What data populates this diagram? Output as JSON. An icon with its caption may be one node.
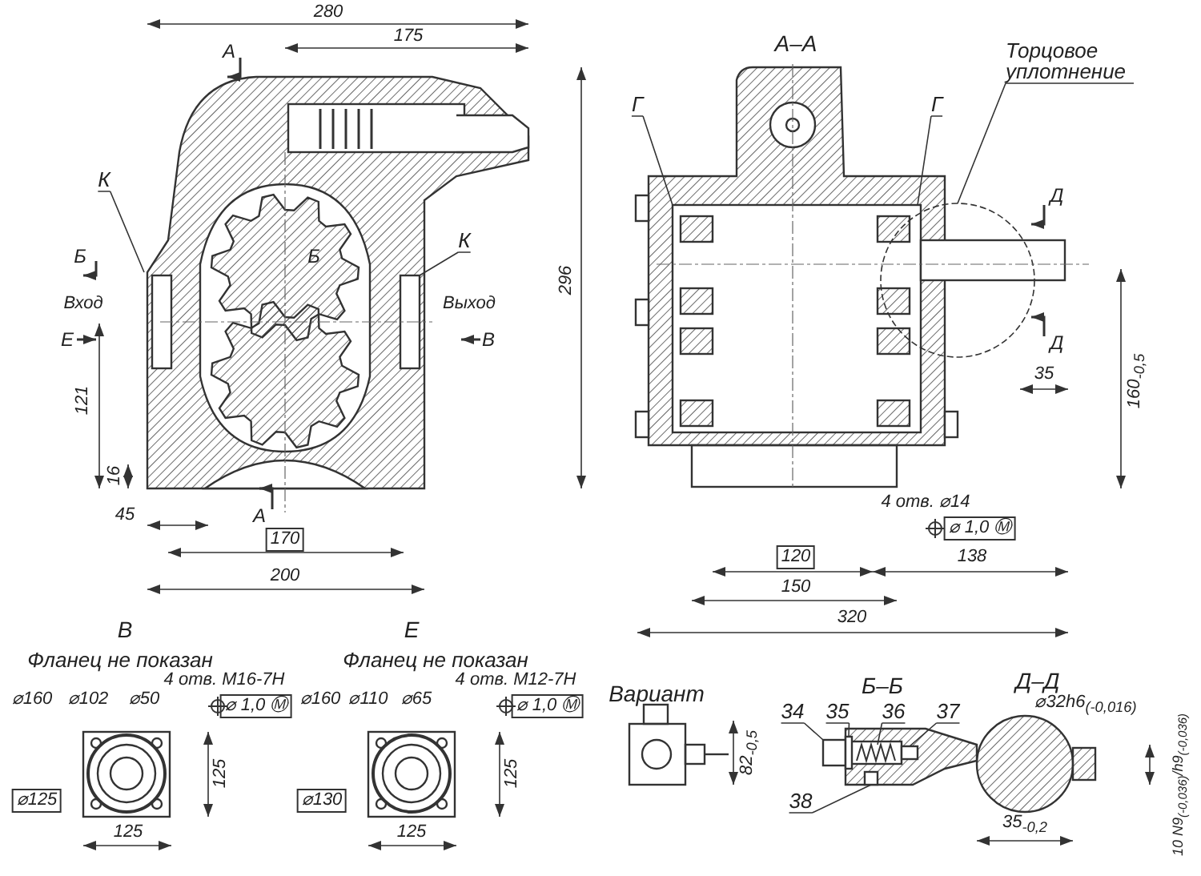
{
  "diagram": {
    "nodes": [
      {
        "text": [
          "К"
        ]
      },
      {
        "text": [
          "К"
        ]
      },
      {
        "text": [
          "Г"
        ]
      },
      {
        "text": [
          "Г"
        ]
      },
      {
        "text": [
          "Торцовое уплотнение"
        ]
      },
      {
        "text": [
          "34"
        ]
      },
      {
        "text": [
          "35"
        ]
      },
      {
        "text": [
          "36"
        ]
      },
      {
        "text": [
          "37"
        ]
      },
      {
        "text": [
          "38"
        ]
      },
      {
        "text": [],
        "shape": "box"
      },
      {
        "text": [],
        "shape": "box"
      },
      {
        "text": [],
        "shape": "spring"
      },
      {
        "text": [],
        "shape": "box"
      },
      {
        "text": [],
        "shape": "box"
      }
    ],
    "edges": [
      {
        "from": 0,
        "to": null,
        "arrow": "none"
      },
      {
        "from": 1,
        "to": null,
        "arrow": "none"
      },
      {
        "from": 2,
        "to": null,
        "arrow": "none"
      },
      {
        "from": 3,
        "to": null,
        "arrow": "none"
      },
      {
        "from": 4,
        "to": null,
        "arrow": "none"
      },
      {
        "from": 5,
        "to": 10,
        "arrow": "none"
      },
      {
        "from": 6,
        "to": 11,
        "arrow": "none"
      },
      {
        "from": 7,
        "to": 12,
        "arrow": "none"
      },
      {
        "from": 8,
        "to": 13,
        "arrow": "none"
      },
      {
        "from": 9,
        "to": 14,
        "arrow": "none"
      }
    ],
    "labels": [
      "280",
      "175",
      "А",
      "Б",
      "Б",
      "Вход",
      "Выход",
      "Е",
      "В",
      "121",
      "16",
      "45",
      "А",
      "170",
      "200",
      "296",
      "А–А",
      "Д",
      "Д",
      "35",
      "160$_{-0,5}$",
      "4 отв. ⌀14",
      "⌀ 1,0 Ⓜ",
      "120",
      "138",
      "150",
      "320",
      "В",
      "Фланец не показан",
      "⌀160",
      "⌀102",
      "⌀50",
      "4 отв. M16-7H",
      "⌀ 1,0 Ⓜ",
      "⌀125",
      "125",
      "125",
      "Е",
      "Фланец не показан",
      "⌀160",
      "⌀110",
      "⌀65",
      "4 отв. M12-7H",
      "⌀ 1,0 Ⓜ",
      "⌀130",
      "125",
      "125",
      "Вариант",
      "82$_{-0,5}$",
      "Б–Б",
      "Д–Д",
      "⌀32h6$_{(-0,016)}$",
      "35$_{-0,2}$",
      "10 N9$_{(-0,036)}$/h9$_{(-0,036)}$"
    ]
  }
}
